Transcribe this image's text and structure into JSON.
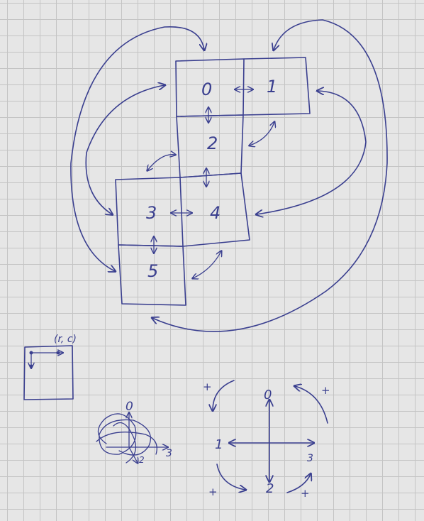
{
  "net": {
    "faces": [
      "0",
      "1",
      "2",
      "3",
      "4",
      "5"
    ]
  },
  "small_square": {
    "label": "(r, c)"
  },
  "rotation_axes": {
    "labels": [
      "0",
      "2",
      "3"
    ]
  },
  "direction_diagram": {
    "up": "0",
    "left": "1",
    "down": "2",
    "right": "3",
    "plus_marks": [
      "+",
      "+",
      "+",
      "+"
    ]
  }
}
